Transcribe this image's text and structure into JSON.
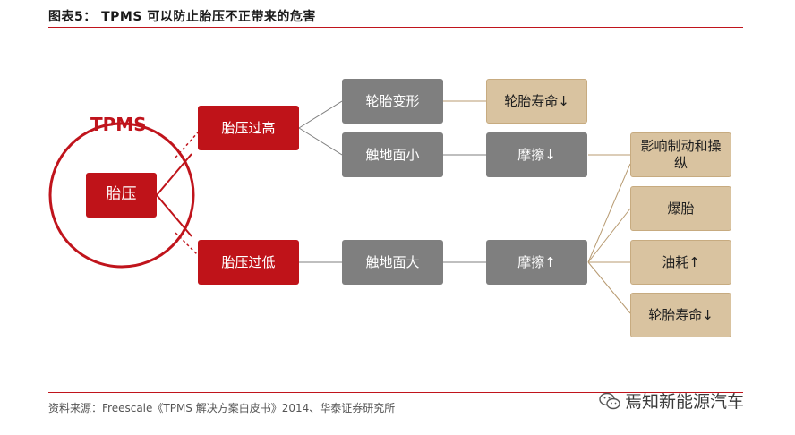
{
  "header": {
    "title": "图表5： TPMS 可以防止胎压不正带来的危害"
  },
  "diagram": {
    "tpms_label": "TPMS",
    "center": "胎压",
    "high": "胎压过高",
    "low": "胎压过低",
    "tire_deform": "轮胎变形",
    "contact_small": "触地面小",
    "contact_large": "触地面大",
    "life_down": "轮胎寿命↓",
    "friction_down": "摩擦↓",
    "friction_up": "摩擦↑",
    "effects": {
      "handling": "影响制动和操纵",
      "blowout": "爆胎",
      "fuel_up": "油耗↑",
      "life_down": "轮胎寿命↓"
    }
  },
  "footer": {
    "source": "资料来源：Freescale《TPMS 解决方案白皮书》2014、华泰证券研究所",
    "watermark": "焉知新能源汽车"
  },
  "colors": {
    "accent_red": "#bf1319",
    "gray_box": "#7f7f7f",
    "tan_box": "#d9c3a0",
    "connector_line": "#b89b72"
  }
}
